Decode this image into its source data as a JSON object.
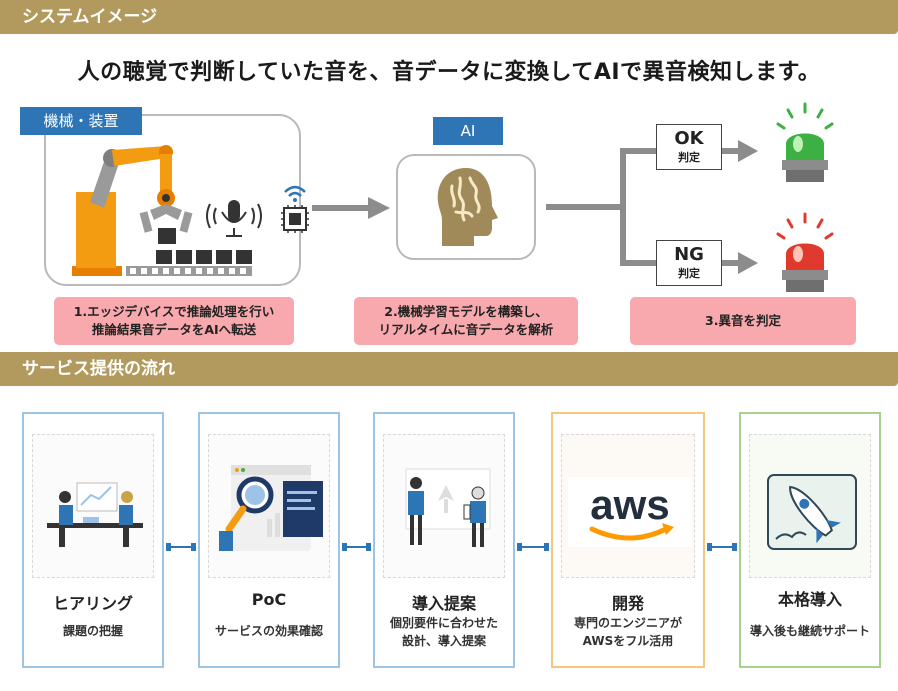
{
  "sections": {
    "system_image": "システムイメージ",
    "service_flow": "サービス提供の流れ"
  },
  "headline": "人の聴覚で判断していた音を、音データに変換してAIで異音検知します。",
  "machine": {
    "tag": "機械・装置"
  },
  "ai": {
    "tag": "AI"
  },
  "steps": [
    {
      "line1": "1.エッジデバイスで推論処理を行い",
      "line2": "推論結果音データをAIへ転送"
    },
    {
      "line1": "2.機械学習モデルを構築し、",
      "line2": "リアルタイムに音データを解析"
    },
    {
      "line1": "3.異音を判定",
      "line2": ""
    }
  ],
  "judgments": [
    {
      "result": "OK",
      "label": "判定",
      "lamp_color": "#3cb043"
    },
    {
      "result": "NG",
      "label": "判定",
      "lamp_color": "#e03a2f"
    }
  ],
  "flow": [
    {
      "title": "ヒアリング",
      "desc_line1": "課題の把握",
      "desc_line2": ""
    },
    {
      "title": "PoC",
      "desc_line1": "サービスの効果確認",
      "desc_line2": ""
    },
    {
      "title": "導入提案",
      "desc_line1": "個別要件に合わせた",
      "desc_line2": "設計、導入提案"
    },
    {
      "title": "開発",
      "desc_line1": "専門のエンジニアが",
      "desc_line2": "AWSをフル活用"
    },
    {
      "title": "本格導入",
      "desc_line1": "導入後も継続サポート",
      "desc_line2": ""
    }
  ],
  "aws_logo_text": "aws",
  "colors": {
    "section_bar": "#b29a5e",
    "tag_blue": "#2e75b6",
    "step_pink": "#f8a9ad",
    "robot_orange": "#f39c12",
    "brain_gold": "#a08a5a",
    "aws_orange": "#ff9900"
  }
}
